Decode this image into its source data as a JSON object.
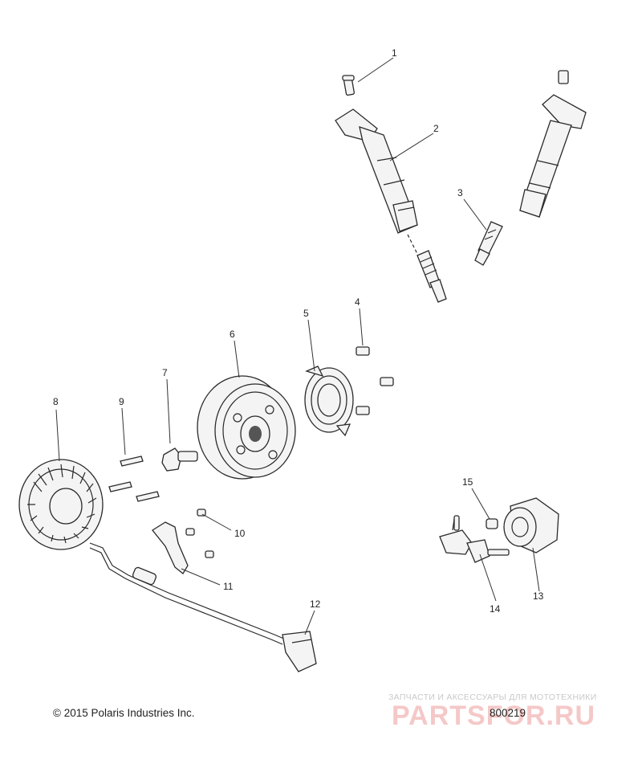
{
  "callouts": [
    {
      "id": "c1",
      "text": "1"
    },
    {
      "id": "c2",
      "text": "2"
    },
    {
      "id": "c3",
      "text": "3"
    },
    {
      "id": "c4",
      "text": "4"
    },
    {
      "id": "c5",
      "text": "5"
    },
    {
      "id": "c6",
      "text": "6"
    },
    {
      "id": "c7",
      "text": "7"
    },
    {
      "id": "c8",
      "text": "8"
    },
    {
      "id": "c9",
      "text": "9"
    },
    {
      "id": "c10",
      "text": "10"
    },
    {
      "id": "c11",
      "text": "11"
    },
    {
      "id": "c12",
      "text": "12"
    },
    {
      "id": "c13",
      "text": "13"
    },
    {
      "id": "c14",
      "text": "14"
    },
    {
      "id": "c15",
      "text": "15"
    }
  ],
  "footer": {
    "copyright": "© 2015 Polaris Industries Inc.",
    "doc_number": "800219"
  },
  "watermark": {
    "tagline": "ЗАПЧАСТИ И АКСЕССУАРЫ ДЛЯ МОТОТЕХНИКИ",
    "logo": "PARTSFOR.RU"
  }
}
